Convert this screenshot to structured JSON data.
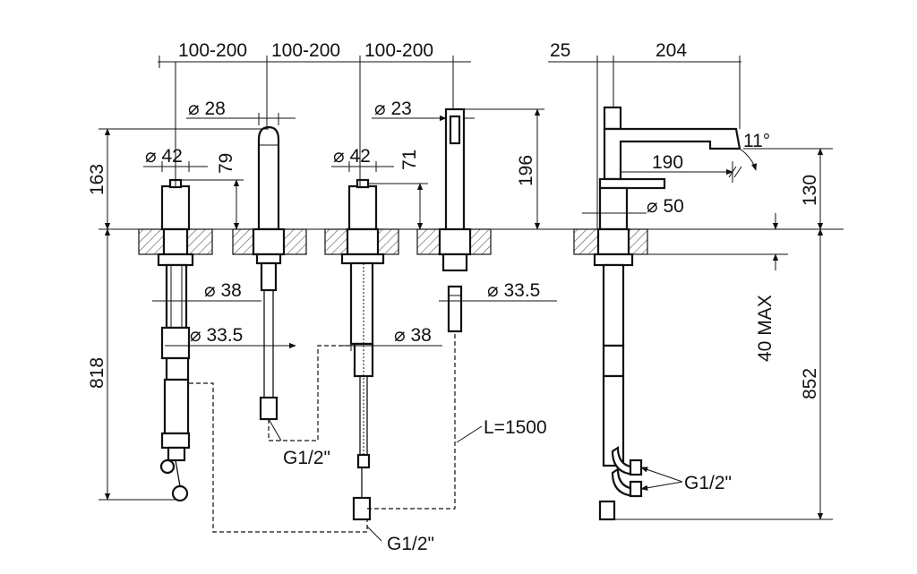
{
  "drawing": {
    "dim_spacing": [
      "100-200",
      "100-200",
      "100-200"
    ],
    "dim_top_right": [
      "25",
      "204"
    ],
    "diameters": {
      "spout_top": "⌀ 28",
      "handshower": "⌀ 23",
      "left_valve": "⌀ 42",
      "mid_valve": "⌀ 42",
      "left_body": "⌀ 38",
      "left_shank": "⌀ 33.5",
      "hose_guide": "⌀ 33.5",
      "mid_body": "⌀ 38",
      "side_body": "⌀ 50"
    },
    "heights": {
      "h163": "163",
      "h79": "79",
      "h71": "71",
      "h196": "196",
      "h818": "818",
      "h130": "130",
      "h40max": "40 MAX",
      "h852": "852"
    },
    "side": {
      "reach": "190",
      "angle": "11°"
    },
    "notes": {
      "hose_length": "L=1500",
      "thread_spout": "G1/2\"",
      "thread_bottom": "G1/2\"",
      "thread_side": "G1/2\""
    }
  }
}
